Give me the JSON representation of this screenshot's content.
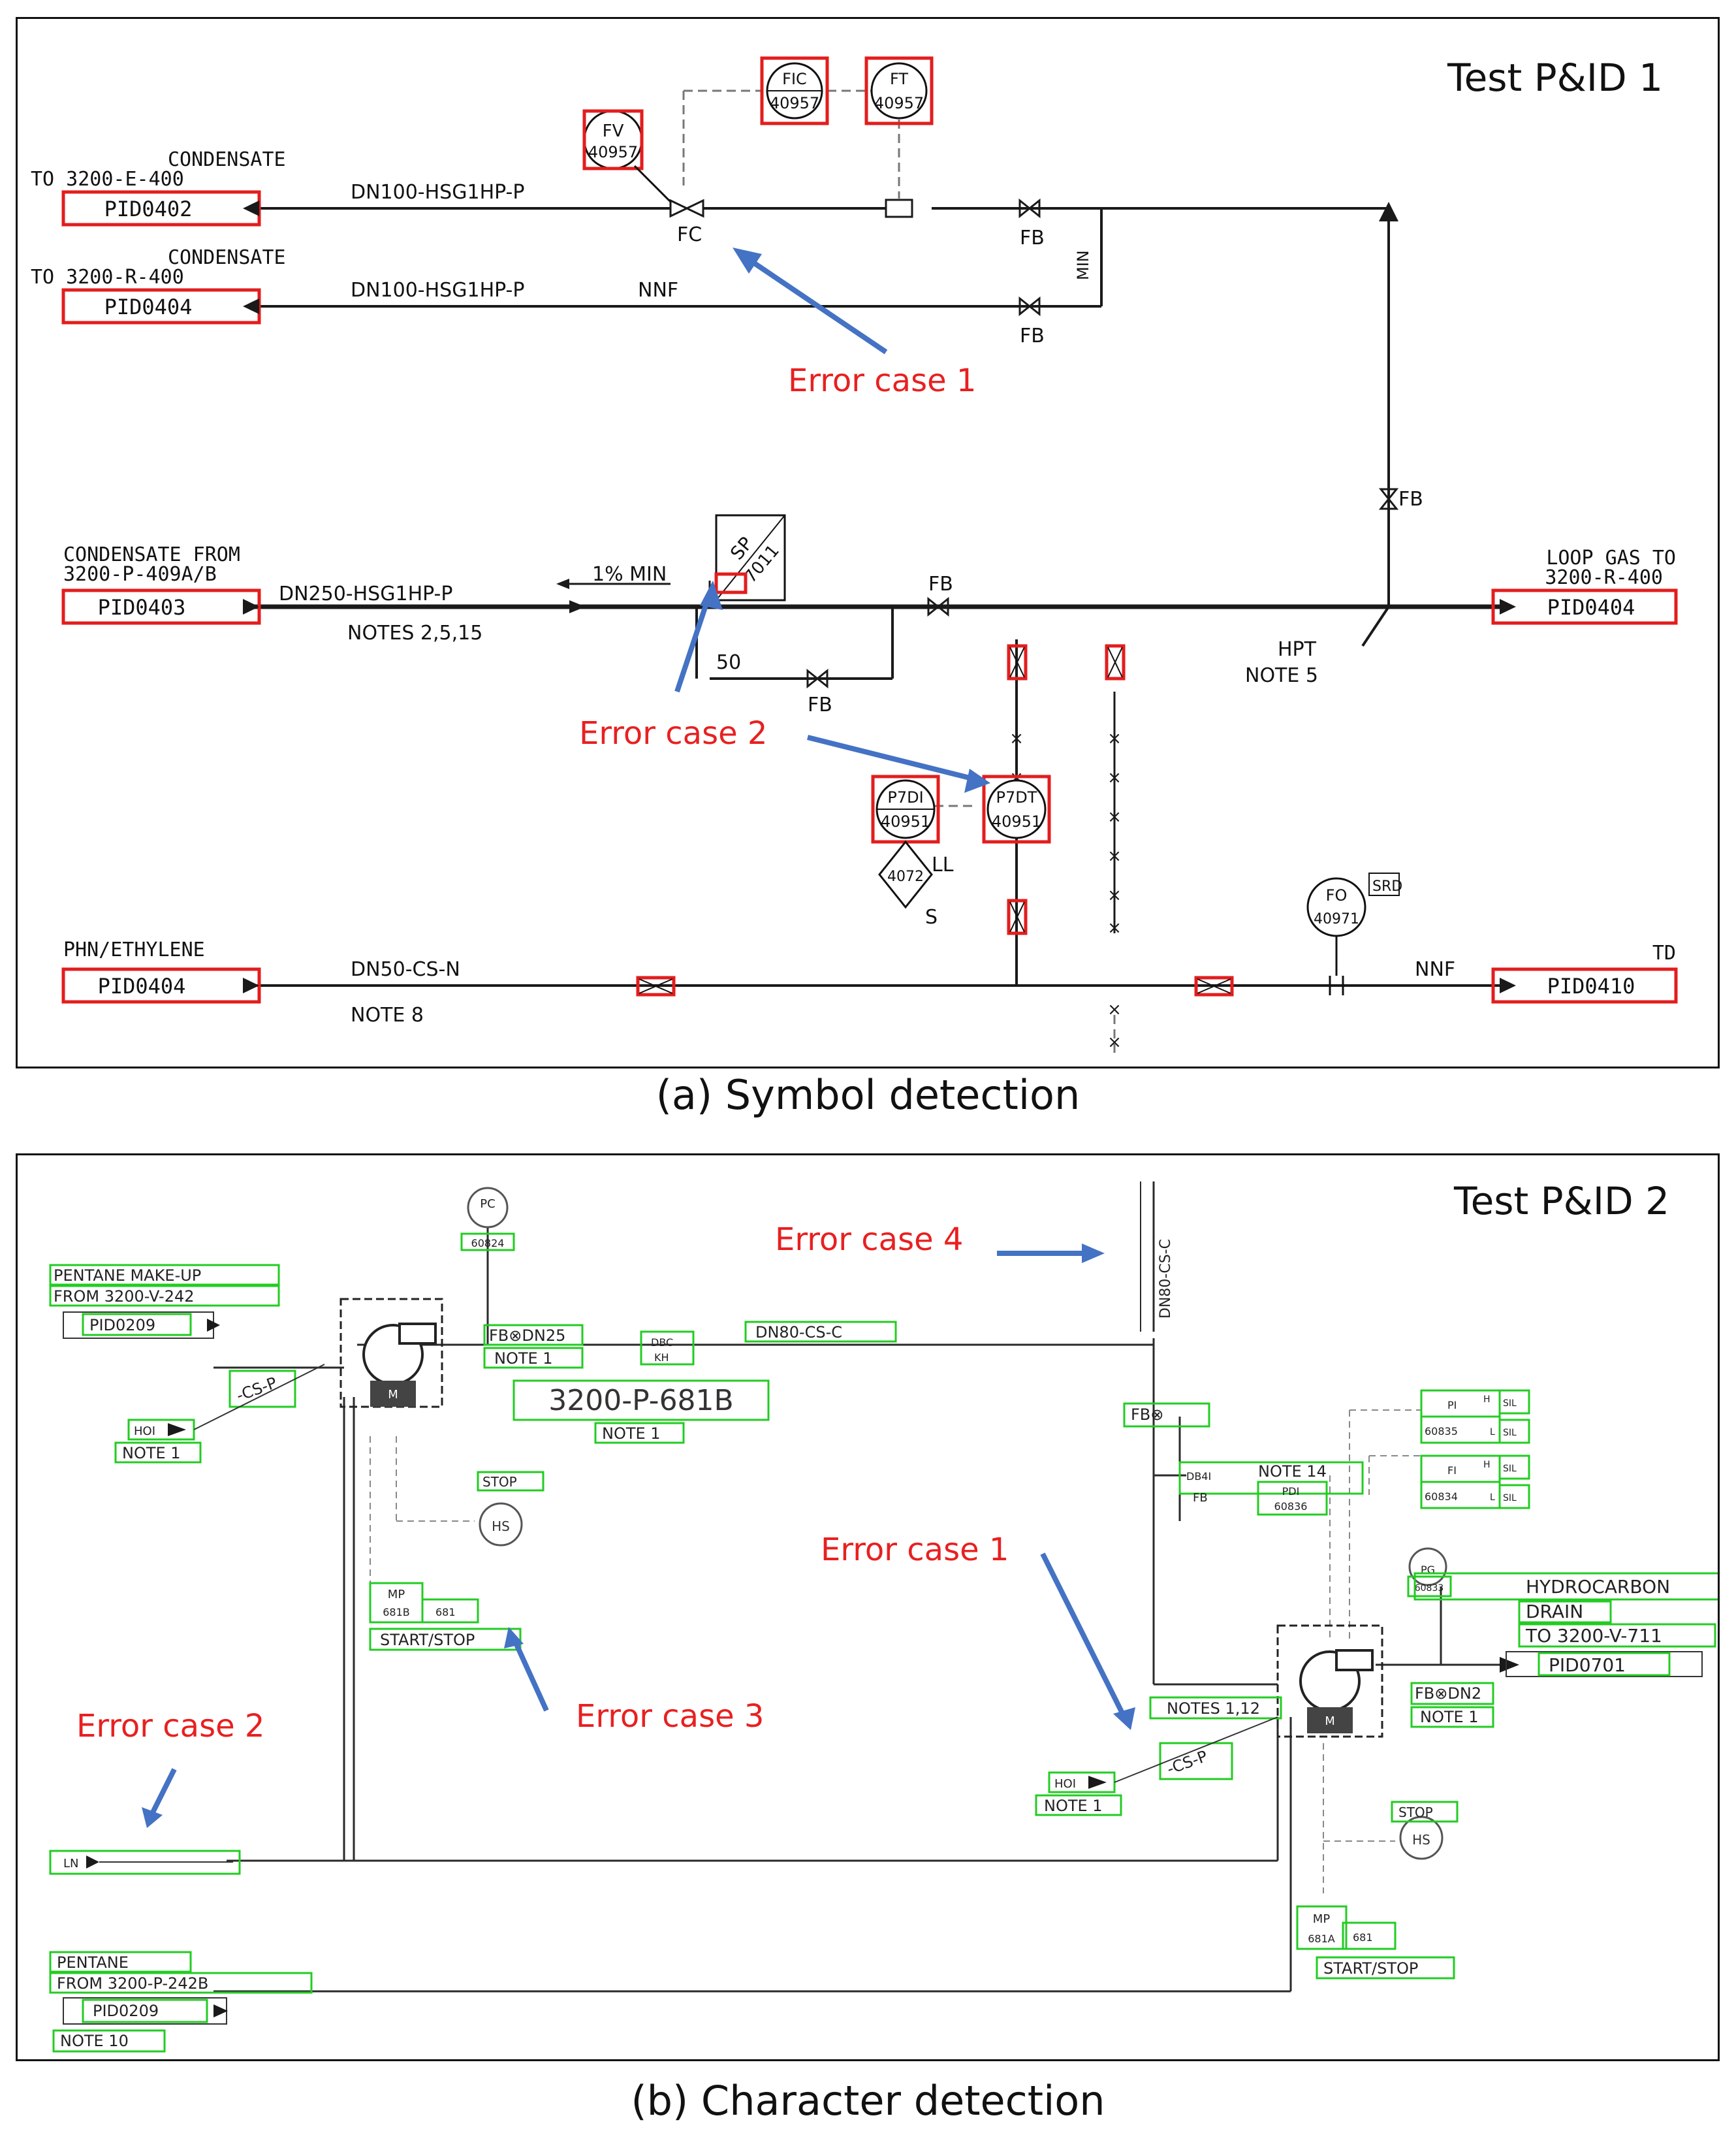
{
  "panel_a": {
    "title": "Test P&ID 1",
    "caption": "(a) Symbol detection",
    "offpage_connectors": [
      {
        "id": "c1",
        "above": [
          "CONDENSATE",
          "TO  3200-E-400"
        ],
        "tag": "PID0402"
      },
      {
        "id": "c2",
        "above": [
          "CONDENSATE",
          "TO  3200-R-400"
        ],
        "tag": "PID0404"
      },
      {
        "id": "c3",
        "above": [
          "CONDENSATE FROM",
          "3200-P-409A/B"
        ],
        "tag": "PID0403"
      },
      {
        "id": "c4",
        "above": [
          "PHN/ETHYLENE"
        ],
        "tag": "PID0404"
      },
      {
        "id": "c5",
        "above": [
          "LOOP GAS TO",
          "3200-R-400"
        ],
        "tag": "PID0404"
      },
      {
        "id": "c6",
        "above": [
          "TD"
        ],
        "tag": "PID0410"
      }
    ],
    "line_labels": {
      "l1": "DN100-HSG1HP-P",
      "l2": "DN100-HSG1HP-P",
      "nnf1": "NNF",
      "l3": "DN250-HSG1HP-P",
      "notes": "NOTES 2,5,15",
      "min": "1% MIN",
      "fifty": "50",
      "l4": "DN50-CS-N",
      "note8": "NOTE 8",
      "nnf2": "NNF",
      "fc": "FC",
      "fb1": "FB",
      "fb2": "FB",
      "fb3": "FB",
      "fb4": "FB",
      "fb5": "FB",
      "minlbl": "MIN",
      "hpt": "HPT",
      "note5": "NOTE 5",
      "ll": "LL",
      "s": "S",
      "srd": "SRD"
    },
    "instruments": [
      {
        "id": "fv",
        "top": "FV",
        "bottom": "40957"
      },
      {
        "id": "fic",
        "top": "FIC",
        "bottom": "40957"
      },
      {
        "id": "ft",
        "top": "FT",
        "bottom": "40957"
      },
      {
        "id": "pdi",
        "top": "P7DI",
        "bottom": "40951"
      },
      {
        "id": "pdt",
        "top": "P7DT",
        "bottom": "40951"
      },
      {
        "id": "fo",
        "top": "FO",
        "bottom": "40971"
      }
    ],
    "sp_box": {
      "top": "SP",
      "bottom": "7011"
    },
    "diamond": "4072",
    "errors": {
      "e1": "Error case 1",
      "e2": "Error case 2"
    }
  },
  "panel_b": {
    "title": "Test P&ID 2",
    "caption": "(b) Character detection",
    "texts": {
      "pentane_makeup": "PENTANE  MAKE-UP",
      "from_v242": "FROM  3200-V-242",
      "pid0209a": "PID0209",
      "csp1": "-CS-P",
      "h_hi": "HOI",
      "note1a": "NOTE 1",
      "pc": "PC",
      "pc_no": "60824",
      "fb_dn25": "FB⊗DN25",
      "note1b": "NOTE 1",
      "pump_tag": "3200-P-681B",
      "note1c": "NOTE 1",
      "stop1": "STOP",
      "hs1": "HS",
      "mp1": "MP",
      "mp1_no": "681B",
      "i681": "681",
      "startstop1": "START/STOP",
      "dn80a": "DN80-CS-C",
      "dn80b": "DN80-CS-C",
      "dbc": "DBC",
      "kh": "KH",
      "fb2": "FB⊗",
      "db4": "DB4I",
      "fb3": "FB",
      "note14": "NOTE 14",
      "pdi": "PDI",
      "pdi_no": "60836",
      "pi": "PI",
      "pi_no": "60835",
      "fi": "FI",
      "fi_no": "60834",
      "sil1": "SIL",
      "sil2": "SIL",
      "sil3": "SIL",
      "sil4": "SIL",
      "h1": "H",
      "l1": "L",
      "h2": "H",
      "l2": "L",
      "pg": "PG",
      "pg_no": "60833",
      "hc": "HYDROCARBON",
      "drain": "DRAIN",
      "to_v711": "TO  3200-V-711",
      "pid0701": "PID0701",
      "fbdn": "FB⊗DN2",
      "note1d": "NOTE 1",
      "notes112": "NOTES 1,12",
      "csp2": "-CS-P",
      "h_hi2": "HOI",
      "note1e": "NOTE 1",
      "stop2": "STOP",
      "hs2": "HS",
      "mp2": "MP",
      "mp2_no": "681A",
      "i681b": "681",
      "startstop2": "START/STOP",
      "ln": "LN",
      "pentane": "PENTANE",
      "from_p242": "FROM  3200-P-242B",
      "pid0209b": "PID0209",
      "note10": "NOTE 10"
    },
    "errors": {
      "e1": "Error case 1",
      "e2": "Error case 2",
      "e3": "Error case 3",
      "e4": "Error case 4"
    }
  },
  "colors": {
    "detect_red": "#e31d1d",
    "detect_green": "#22cc22",
    "arrow_blue": "#4472c4",
    "error_text": "#e82020",
    "line": "#1a1a1a"
  }
}
